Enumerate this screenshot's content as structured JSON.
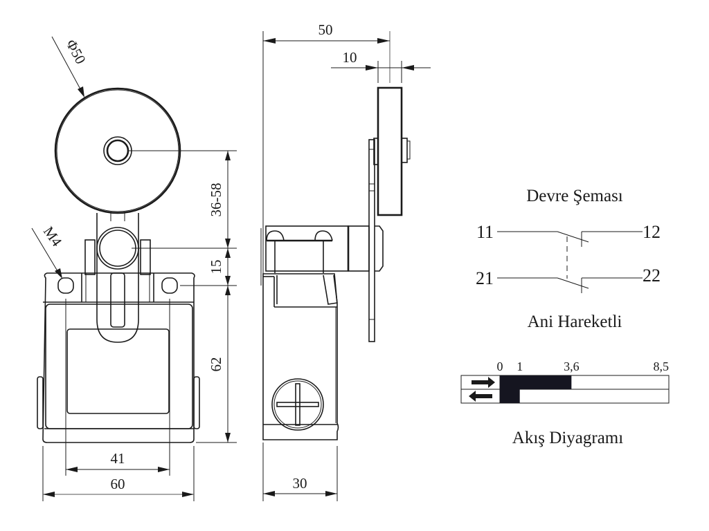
{
  "front_view": {
    "roller_diameter_label": "Φ50",
    "thread_label": "M4",
    "lever_adjust_label": "36-58",
    "pivot_offset_label": "15",
    "body_height_label": "62",
    "hole_spacing_label": "41",
    "body_width_label": "60"
  },
  "side_view": {
    "roller_offset_label": "50",
    "roller_width_label": "10",
    "body_depth_label": "30"
  },
  "circuit": {
    "title": "Devre Şeması",
    "terminals": [
      "11",
      "12",
      "21",
      "22"
    ],
    "type_label": "Ani Hareketli"
  },
  "chart_data": {
    "type": "table",
    "title": "Akış Diyagramı",
    "ticks": [
      "0",
      "1",
      "3,6",
      "8,5"
    ],
    "tick_values": [
      0,
      1,
      3.6,
      8.5
    ],
    "xlim": [
      0,
      8.5
    ],
    "rows": [
      {
        "name": "forward-travel",
        "direction": "right",
        "filled_range": [
          0,
          3.6
        ]
      },
      {
        "name": "return-travel",
        "direction": "left",
        "filled_range": [
          0,
          1
        ]
      }
    ],
    "fill_color": "#151520"
  }
}
